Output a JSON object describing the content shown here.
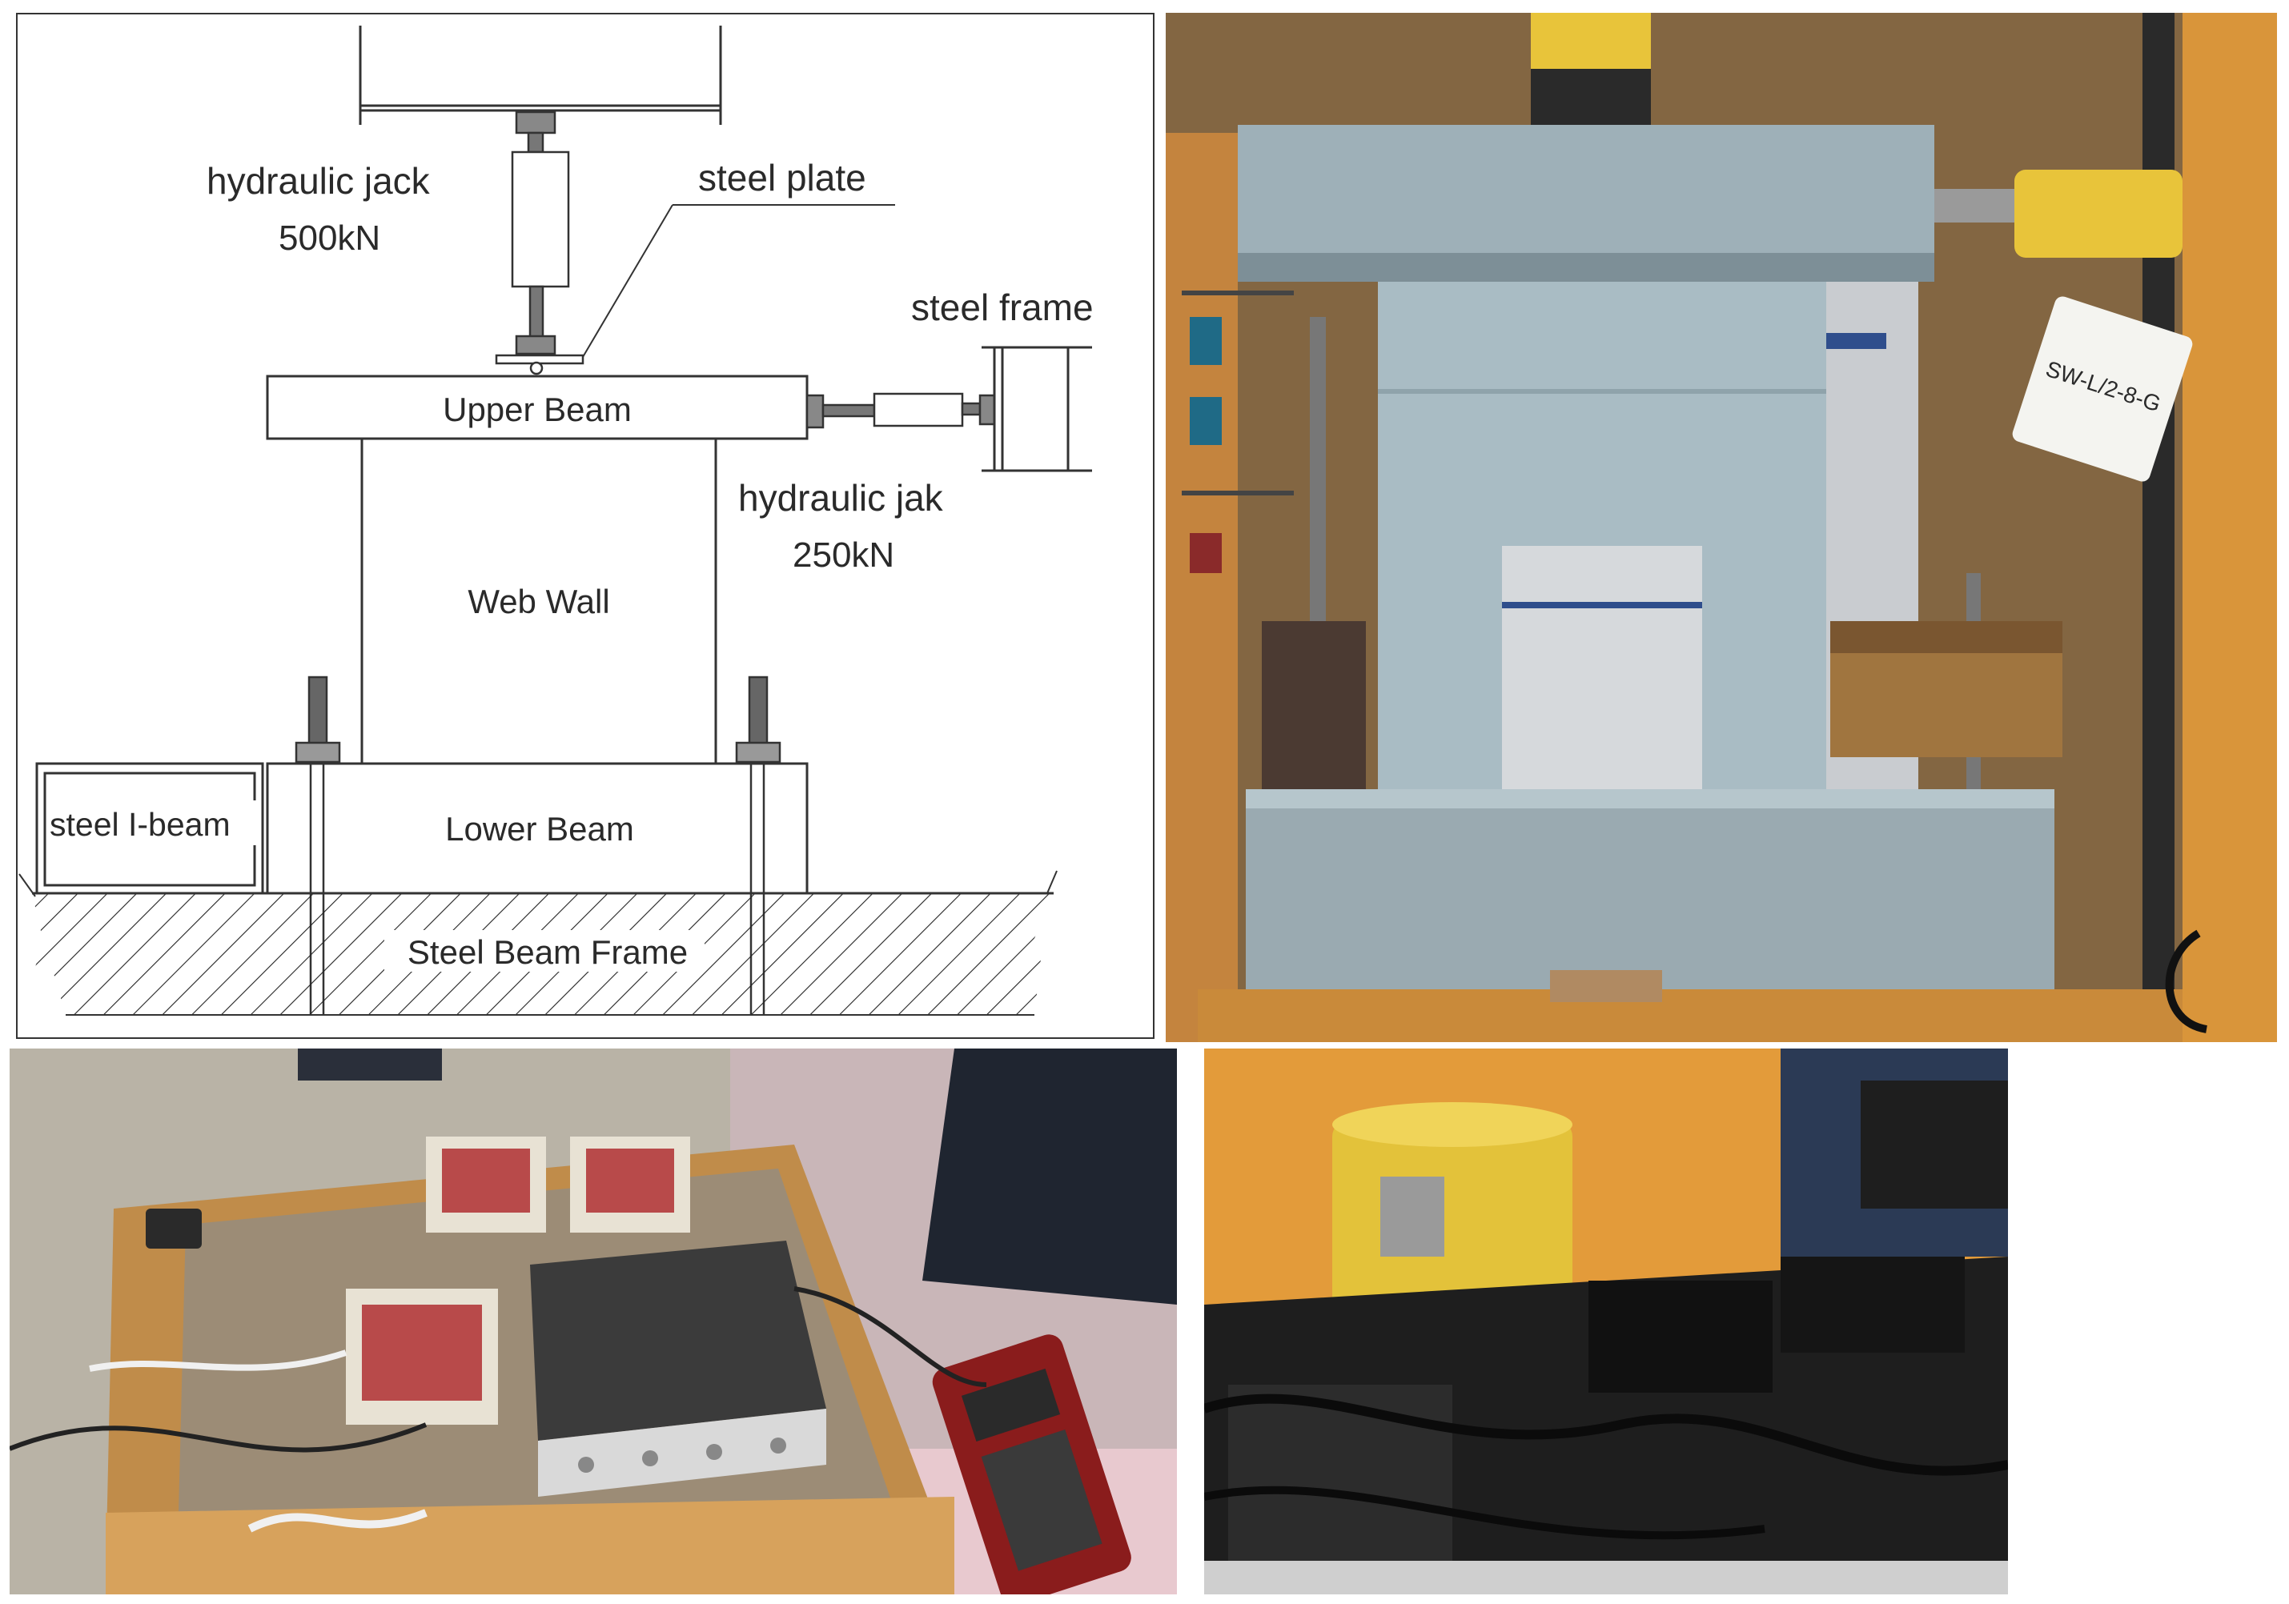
{
  "schematic": {
    "labels": {
      "hydraulic_jack_top": "hydraulic jack",
      "jack_top_capacity": "500kN",
      "steel_plate": "steel plate",
      "steel_frame": "steel frame",
      "upper_beam": "Upper Beam",
      "hydraulic_jack_side": "hydraulic jak",
      "jack_side_capacity": "250kN",
      "web_wall": "Web Wall",
      "steel_i_beam": "steel I-beam",
      "lower_beam": "Lower Beam",
      "steel_beam_frame": "Steel Beam Frame"
    }
  },
  "photos": {
    "wall_specimen": {
      "tag_text": "SW-L/2-8-G",
      "colors": {
        "concrete": "#9fb2bb",
        "frame": "#d9a040",
        "jack": "#e8c43a"
      }
    },
    "data_logger": {
      "colors": {
        "box": "#c89a52",
        "logger": "#3b3b3b",
        "handheld": "#8a1c1c"
      }
    },
    "pump": {
      "colors": {
        "cylinder": "#e3c23a",
        "frame": "#e8a33c",
        "base": "#1e1e1e"
      }
    }
  }
}
